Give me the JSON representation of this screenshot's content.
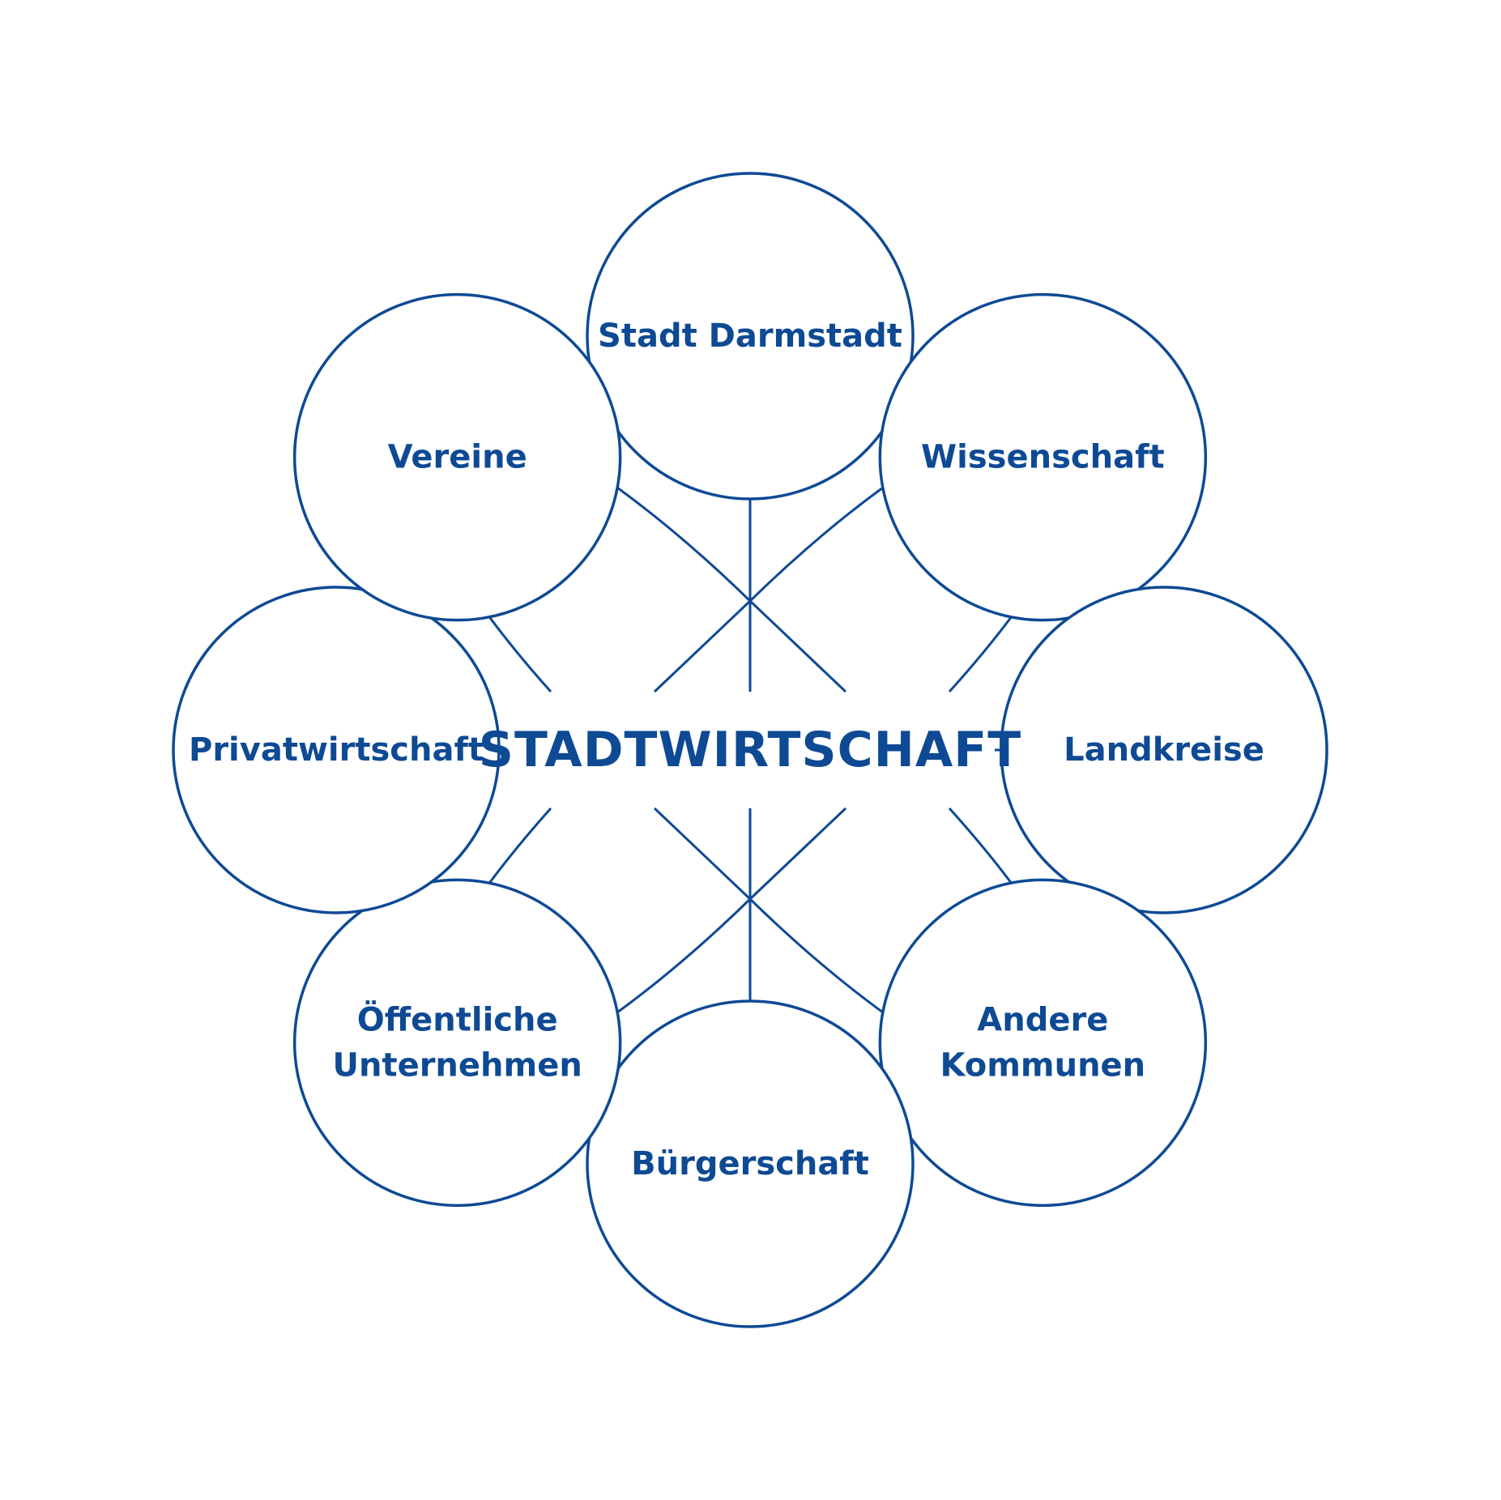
{
  "colors": {
    "primary": "#0e4a94",
    "background": "#ffffff"
  },
  "center": {
    "label": "STADTWIRTSCHAFT"
  },
  "nodes": [
    {
      "id": "stadt-darmstadt",
      "lines": [
        "Stadt Darmstadt"
      ]
    },
    {
      "id": "wissenschaft",
      "lines": [
        "Wissenschaft"
      ]
    },
    {
      "id": "landkreise",
      "lines": [
        "Landkreise"
      ]
    },
    {
      "id": "andere-kommunen",
      "lines": [
        "Andere",
        "Kommunen"
      ]
    },
    {
      "id": "buergerschaft",
      "lines": [
        "Bürgerschaft"
      ]
    },
    {
      "id": "oeffentliche-unternehmen",
      "lines": [
        "Öffentliche",
        "Unternehmen"
      ]
    },
    {
      "id": "privatwirtschaft",
      "lines": [
        "Privatwirtschaft"
      ]
    },
    {
      "id": "vereine",
      "lines": [
        "Vereine"
      ]
    }
  ]
}
